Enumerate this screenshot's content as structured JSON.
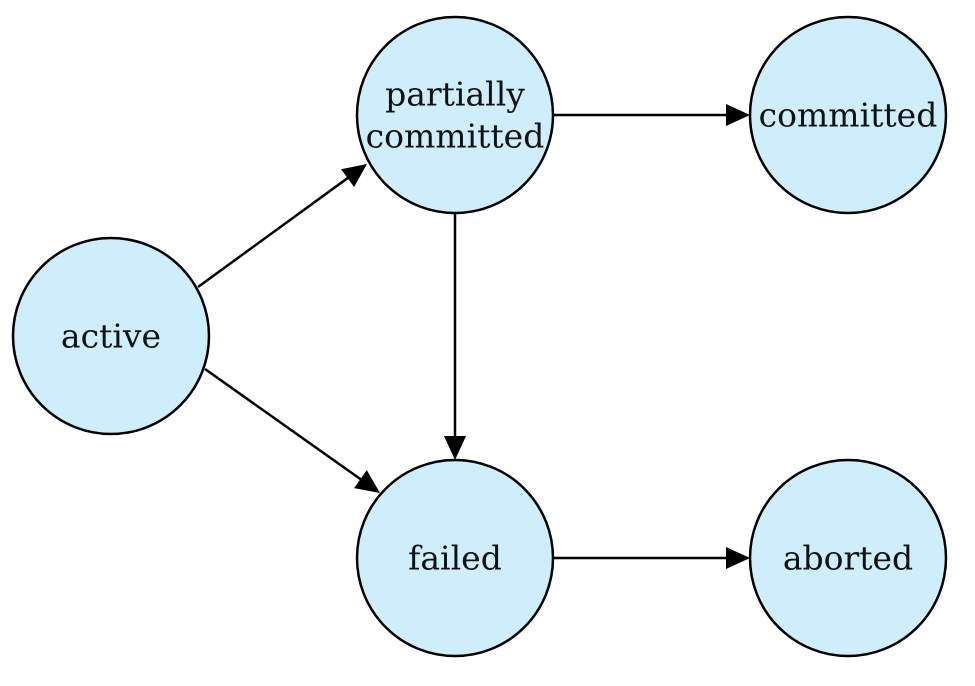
{
  "diagram": {
    "type": "state-transition",
    "node_fill": "#cdeefa",
    "node_stroke": "#000000",
    "nodes": [
      {
        "id": "active",
        "lines": [
          "active"
        ]
      },
      {
        "id": "partially-committed",
        "lines": [
          "partially",
          "committed"
        ]
      },
      {
        "id": "committed",
        "lines": [
          "committed"
        ]
      },
      {
        "id": "failed",
        "lines": [
          "failed"
        ]
      },
      {
        "id": "aborted",
        "lines": [
          "aborted"
        ]
      }
    ],
    "edges": [
      {
        "from": "active",
        "to": "partially-committed"
      },
      {
        "from": "active",
        "to": "failed"
      },
      {
        "from": "partially-committed",
        "to": "committed"
      },
      {
        "from": "partially-committed",
        "to": "failed"
      },
      {
        "from": "failed",
        "to": "aborted"
      }
    ]
  }
}
